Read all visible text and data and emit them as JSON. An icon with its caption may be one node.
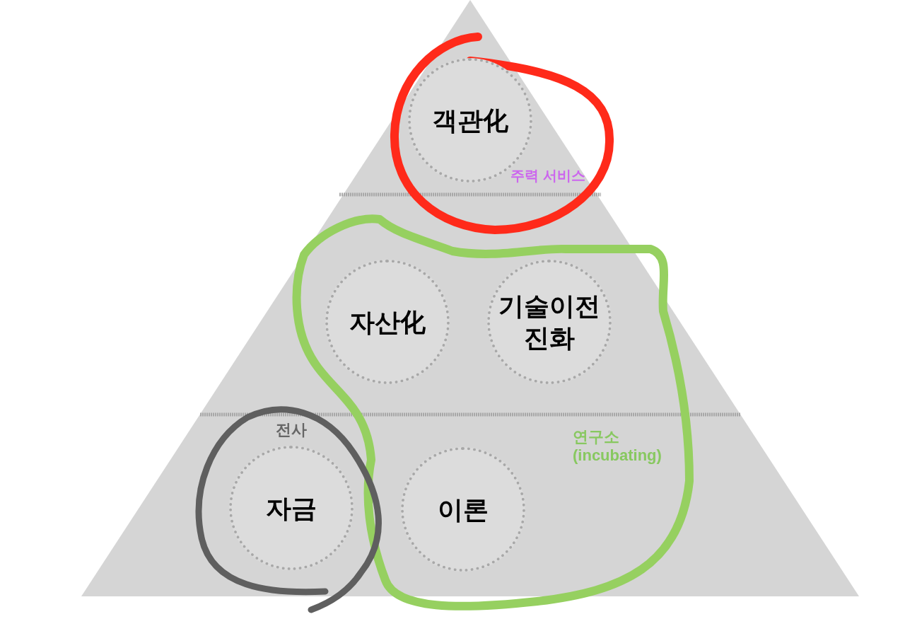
{
  "diagram": {
    "nodes": [
      {
        "text": [
          "주력 서비스"
        ]
      },
      {
        "text": [
          "객관化"
        ],
        "in": 0
      },
      {
        "text": [
          "연구소 (incubating)"
        ]
      },
      {
        "text": [
          "자산化"
        ],
        "in": 2
      },
      {
        "text": [
          "기술이전 진화"
        ],
        "in": 2
      },
      {
        "text": [
          "전사"
        ]
      },
      {
        "text": [
          "자금"
        ],
        "in": 5
      },
      {
        "text": [
          "이론"
        ],
        "in": 2
      }
    ]
  }
}
